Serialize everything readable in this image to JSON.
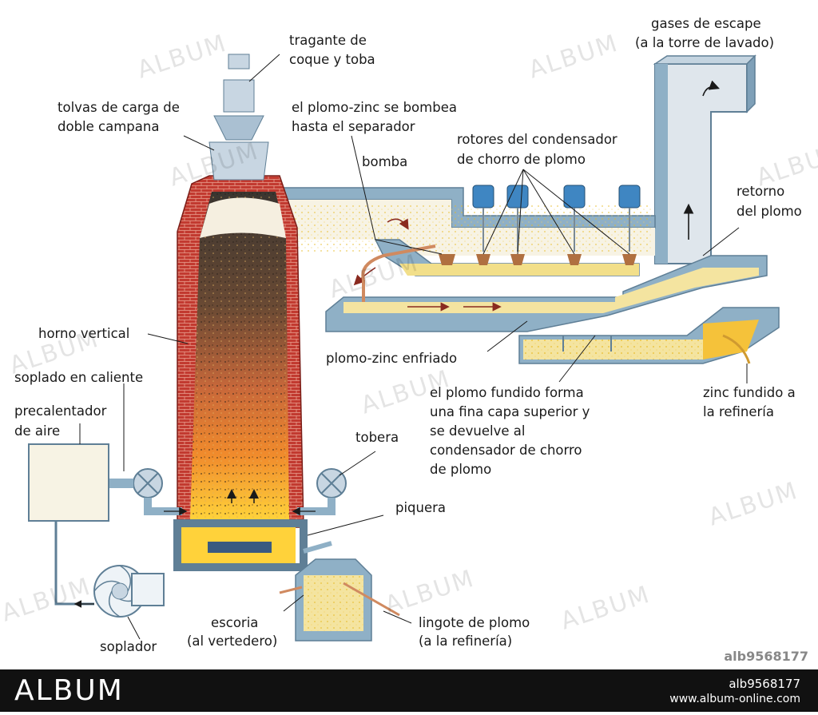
{
  "labels": {
    "tragante_1": "tragante de",
    "tragante_2": "coque y toba",
    "tolvas_1": "tolvas de carga de",
    "tolvas_2": "doble campana",
    "bombea_1": "el plomo-zinc se bombea",
    "bombea_2": "hasta el separador",
    "bomba": "bomba",
    "rotores_1": "rotores del condensador",
    "rotores_2": "de chorro de plomo",
    "gases_1": "gases de escape",
    "gases_2": "(a la torre de lavado)",
    "retorno_1": "retorno",
    "retorno_2": "del plomo",
    "horno": "horno vertical",
    "soplado": "soplado en caliente",
    "precal_1": "precalentador",
    "precal_2": "de aire",
    "enfriado": "plomo-zinc enfriado",
    "fundido_1": "el plomo fundido forma",
    "fundido_2": "una fina capa superior y",
    "fundido_3": "se devuelve al",
    "fundido_4": "condensador de chorro",
    "fundido_5": "de plomo",
    "zinc_1": "zinc fundido a",
    "zinc_2": "la refinería",
    "tobera": "tobera",
    "piquera": "piquera",
    "escoria_1": "escoria",
    "escoria_2": "(al vertedero)",
    "lingote_1": "lingote de plomo",
    "lingote_2": "(a la refinería)",
    "soplador": "soplador"
  },
  "watermark": "ALBUM",
  "footer": {
    "logo": "ALBUM",
    "image_id": "alb9568177",
    "url": "www.album-online.com"
  },
  "corner_id": "alb9568177",
  "colors": {
    "steel": "#8fb0c6",
    "steel_dark": "#5f7f96",
    "brick": "#b8322a",
    "lead_yellow": "#f4e4a0",
    "molten": "#f5c23a",
    "rotor": "#3f86c2"
  }
}
